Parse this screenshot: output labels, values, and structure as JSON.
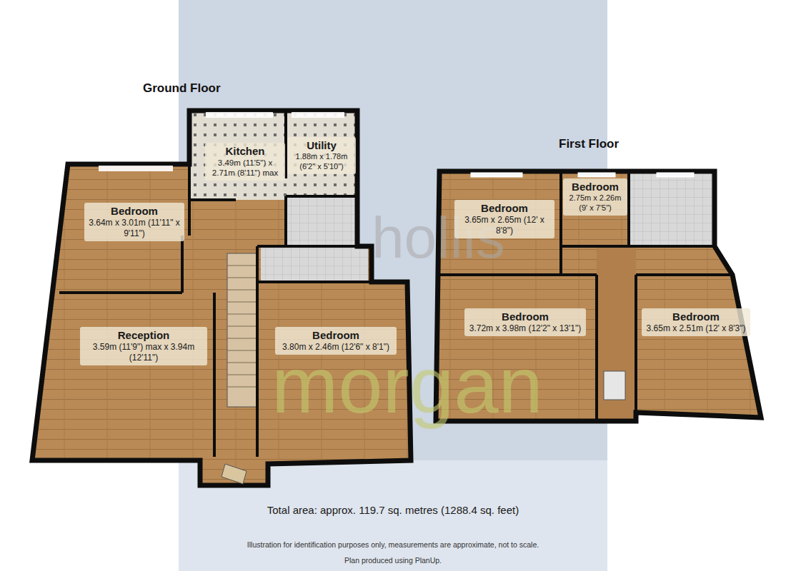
{
  "diagram": {
    "nodes": [
      {
        "text": [
          "Ground Floor"
        ]
      },
      {
        "text": [
          "Kitchen",
          "3.49m (11'5\") x 2.71m (8'11\") max"
        ],
        "in": 0
      },
      {
        "text": [
          "Utility",
          "1.88m x 1.78m (6'2\" x 5'10\")"
        ],
        "in": 0
      },
      {
        "text": [
          "Bedroom",
          "3.64m x 3.01m (11'11\" x 9'11\")"
        ],
        "in": 0
      },
      {
        "text": [
          "Reception",
          "3.59m (11'9\") max x 3.94m (12'11\")"
        ],
        "in": 0
      },
      {
        "text": [
          "Bedroom",
          "3.80m x 2.46m (12'6\" x 8'1\")"
        ],
        "in": 0
      },
      {
        "text": [
          "First Floor"
        ]
      },
      {
        "text": [
          "Bedroom",
          "3.65m x 2.65m (12' x 8'8\")"
        ],
        "in": 6
      },
      {
        "text": [
          "Bedroom",
          "2.75m x 2.26m (9' x 7'5\")"
        ],
        "in": 6
      },
      {
        "text": [
          "Bedroom",
          "3.72m x 3.98m (12'2\" x 13'1\")"
        ],
        "in": 6
      },
      {
        "text": [
          "Bedroom",
          "3.65m x 2.51m (12' x 8'3\")"
        ],
        "in": 6
      }
    ],
    "labels": [
      "hollis",
      "morgan",
      "Total area: approx. 119.7 sq. metres (1288.4 sq. feet)",
      "Illustration for identification purposes only, measurements are approximate, not to scale.",
      "Plan produced using PlanUp."
    ]
  }
}
